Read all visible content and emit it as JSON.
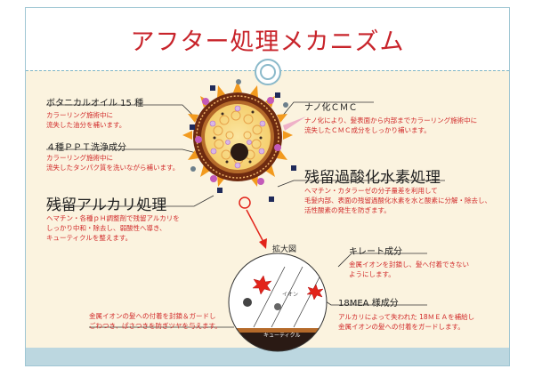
{
  "title": "アフター処理メカニズム",
  "labels": {
    "botanical": {
      "title": "ボタニカルオイル 15 種",
      "lines": [
        "カラーリング施術中に",
        "流失した油分を補います。"
      ]
    },
    "ppt": {
      "title": "４種ＰＰＴ洗浄成分",
      "lines": [
        "カラーリング施術中に",
        "流失したタンパク質を洗いながら補います。"
      ]
    },
    "nano": {
      "title": "ナノ化ＣＭＣ",
      "lines": [
        "ナノ化により、髪表面から内部までカラーリング施術中に",
        "流失したＣＭＣ成分をしっかり補います。"
      ]
    },
    "peroxide": {
      "title": "残留過酸化水素処理",
      "lines": [
        "ヘマチン・カタラーゼの分子量差を利用して",
        "毛髪内部、表面の残留過酸化水素を水と酸素に分解・除去し、",
        "活性酸素の発生を防ぎます。"
      ]
    },
    "alkali": {
      "title": "残留アルカリ処理",
      "lines": [
        "ヘマチン・各種ｐＨ調整剤で残留アルカリを",
        "しっかり中和・除去し、弱酸性へ導き、",
        "キューティクルを整えます。"
      ]
    },
    "chelate": {
      "title": "キレート成分",
      "lines": [
        "金属イオンを封鎖し、髪へ付着できない",
        "ようにします。"
      ]
    },
    "mea": {
      "title": "18MEA 様成分",
      "lines": [
        "アルカリによって失われた 18ＭＥＡを補給し",
        "金属イオンの髪への付着をガードします。"
      ]
    },
    "metal": {
      "lines": [
        "金属イオンの髪への付着を封鎖＆ガードし",
        "ごわつき、ぱさつきを防ぎツヤを与えます。"
      ]
    }
  },
  "zoom": {
    "title": "拡大図",
    "ion_label": "イオン",
    "cuticle_label": "キューティクル"
  },
  "colors": {
    "title": "#c8242b",
    "text_red": "#d12a2a",
    "frame": "#9fc6d3",
    "arrow": "#e2231a",
    "orange": "#f29a1e",
    "navy": "#1f2a5a",
    "hair_outer": "#6e2a10",
    "cuticle_band": "#b56a2a"
  }
}
